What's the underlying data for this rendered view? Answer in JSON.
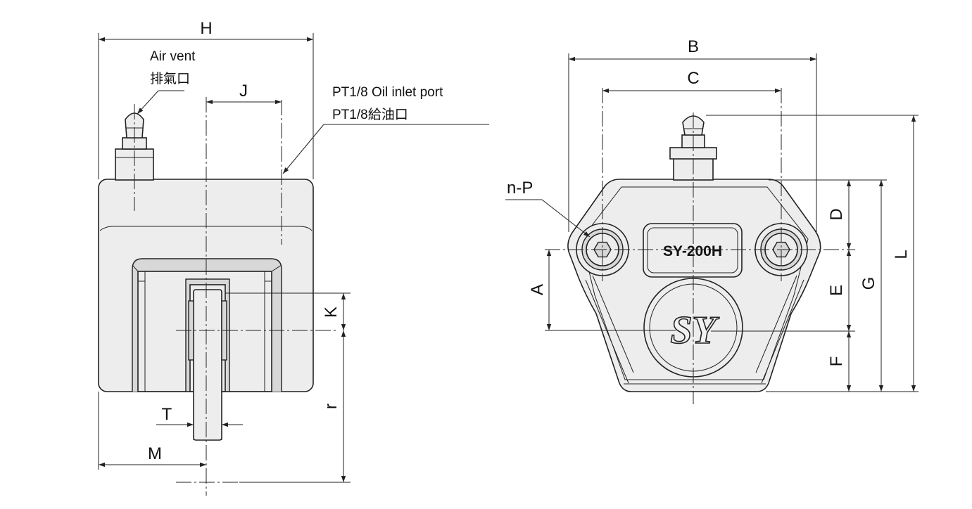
{
  "left_view": {
    "dimension_labels": {
      "H": "H",
      "J": "J",
      "K": "K",
      "T": "T",
      "M": "M",
      "r": "r"
    },
    "air_vent_label_en": "Air vent",
    "air_vent_label_zh": "排氣口",
    "oil_inlet_label_en": "PT1/8 Oil inlet port",
    "oil_inlet_label_zh": "PT1/8給油口"
  },
  "right_view": {
    "dimension_labels": {
      "B": "B",
      "C": "C",
      "A": "A",
      "D": "D",
      "E": "E",
      "F": "F",
      "G": "G",
      "L": "L"
    },
    "hole_label": "n-P",
    "model_plate": "SY-200H",
    "logo_text": "SY"
  },
  "colors": {
    "line": "#222222",
    "body_fill": "#ededed",
    "background": "#ffffff"
  }
}
